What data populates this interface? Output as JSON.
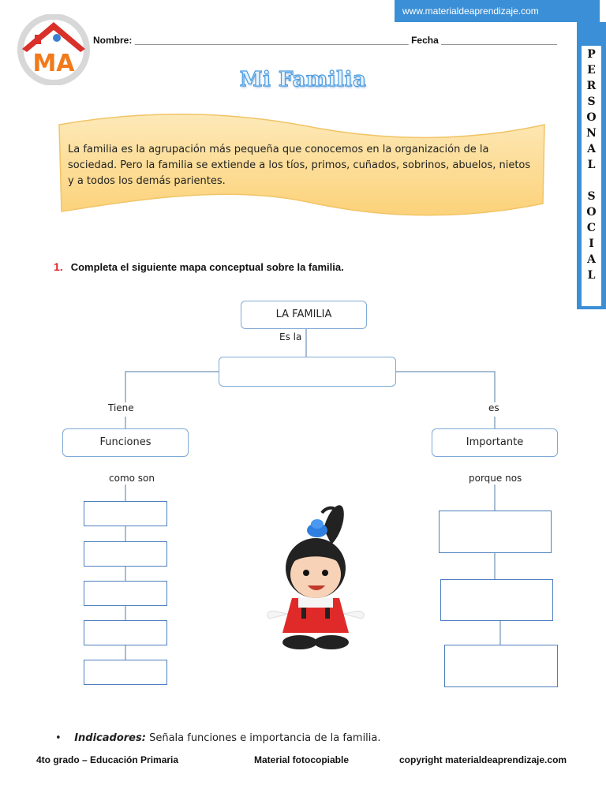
{
  "header": {
    "website": "www.materialdeaprendizaje.com",
    "name_label": "Nombre:",
    "name_blank": "____________________________________________________",
    "date_label": "Fecha",
    "date_blank": "______________________",
    "logo_text": "MA"
  },
  "side_tab": {
    "letters": [
      "P",
      "E",
      "R",
      "S",
      "O",
      "N",
      "A",
      "L",
      "",
      "S",
      "O",
      "C",
      "I",
      "A",
      "L"
    ]
  },
  "title": "Mi Familia",
  "intro": {
    "text": "La familia es la agrupación más pequeña que conocemos en la organización de la sociedad. Pero la familia se extiende a los tíos, primos, cuñados, sobrinos, abuelos, nietos y a todos los demás parientes."
  },
  "question": {
    "number": "1.",
    "text": "Completa el siguiente mapa conceptual sobre la familia."
  },
  "concept_map": {
    "root": "LA FAMILIA",
    "root_link": "Es la",
    "left_link": "Tiene",
    "right_link": "es",
    "left_node": "Funciones",
    "right_node": "Importante",
    "left_sub_link": "como son",
    "right_sub_link": "porque nos"
  },
  "indicator": {
    "label": "Indicadores:",
    "text": "Señala funciones e importancia de la familia."
  },
  "footer": {
    "left": "4to grado – Educación Primaria",
    "center": "Material fotocopiable",
    "right": "copyright materialdeaprendizaje.com"
  },
  "colors": {
    "accent_blue": "#3b8fd6",
    "banner_yellow": "#fcd77f",
    "node_border": "#7fa9d6",
    "number_red": "#e02020"
  }
}
